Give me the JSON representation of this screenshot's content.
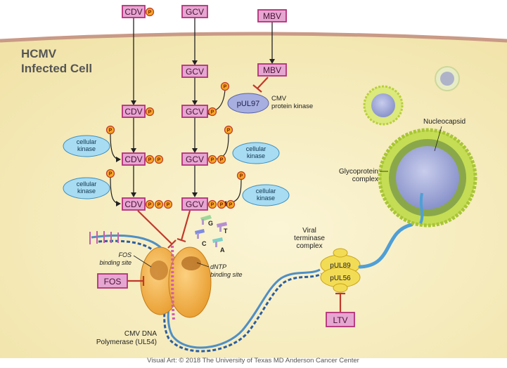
{
  "cell_label": [
    "HCMV",
    "Infected Cell"
  ],
  "drugs": {
    "cdv": "CDV",
    "gcv": "GCV",
    "mbv": "MBV",
    "fos": "FOS",
    "ltv": "LTV"
  },
  "phosphate": "P",
  "cellular_kinase": [
    "cellular",
    "kinase"
  ],
  "pul97": "pUL97",
  "pul97_caption": [
    "CMV",
    "protein kinase"
  ],
  "nucleotides": [
    "G",
    "T",
    "C",
    "A"
  ],
  "fos_site": [
    "FOS",
    "binding site"
  ],
  "dntp_site": [
    "dNTP",
    "binding site"
  ],
  "polymerase": [
    "CMV DNA",
    "Polymerase (UL54)"
  ],
  "terminase_label": [
    "Viral",
    "terminase",
    "complex"
  ],
  "pul89": "pUL89",
  "pul56": "pUL56",
  "nucleocapsid": "Nucleocapsid",
  "glycoprotein": [
    "Glycoprotein",
    "complex"
  ],
  "credit": "Visual Art: © 2018 The University of Texas MD Anderson Cancer Center",
  "colors": {
    "cytoplasm": "#f7eec1",
    "membrane": "#c99a86",
    "drug_fill": "#e6a6d2",
    "drug_border": "#b3307a",
    "kinase_fill": "#a8dcf3",
    "inhibit": "#c0392b",
    "polymerase": "#f2a93a",
    "terminase": "#f3dc55",
    "envelope": "#c4dd55",
    "capsid": "#9ca6d6"
  }
}
